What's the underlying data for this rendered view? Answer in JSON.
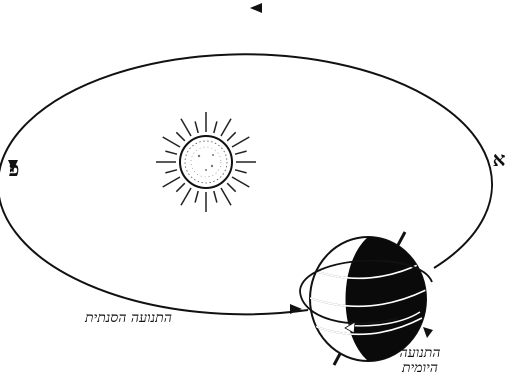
{
  "diagram": {
    "labels": {
      "point_right": "א",
      "point_left": "פ",
      "annual_motion": "התנועה הסנתית",
      "daily_motion_line1": "התנועה",
      "daily_motion_line2": "היומית"
    },
    "elements": {
      "sun": "sun-icon",
      "earth": "earth-globe-icon",
      "orbit": "elliptical-orbit"
    }
  }
}
